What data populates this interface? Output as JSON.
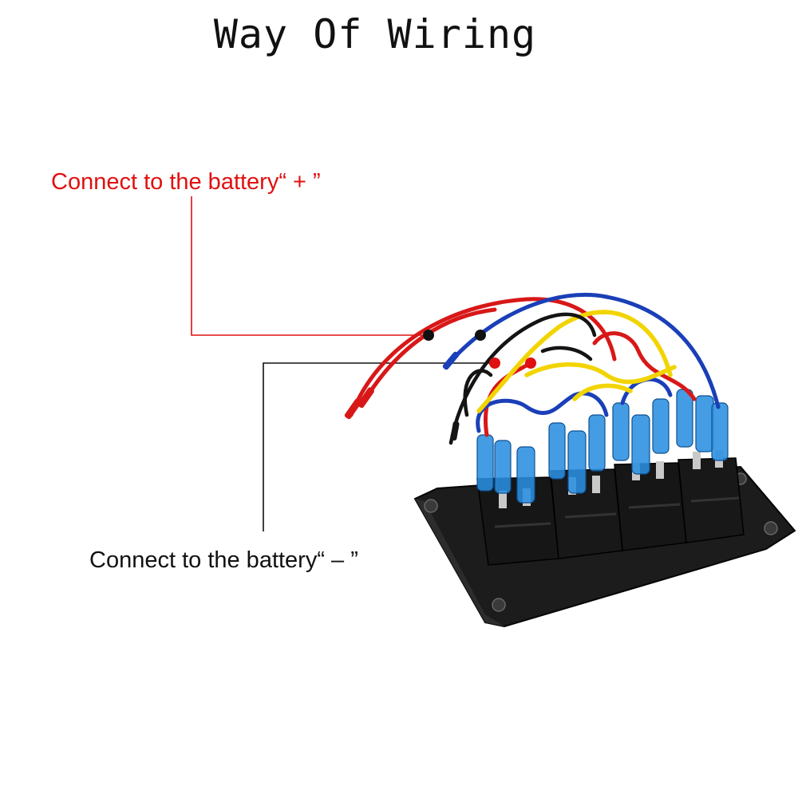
{
  "title": "Way Of Wiring",
  "labels": {
    "positive": "Connect to the battery“ + ”",
    "negative": "Connect to the battery“ – ”"
  },
  "colors": {
    "positive": "#e01010",
    "negative": "#111111",
    "wire_red": "#d81818",
    "wire_blue": "#1a3fb8",
    "wire_yellow": "#f2d400",
    "wire_black": "#141414",
    "fuse_blue": "#2a8fe0",
    "panel": "#1c1c1c"
  },
  "switch_count": 4
}
